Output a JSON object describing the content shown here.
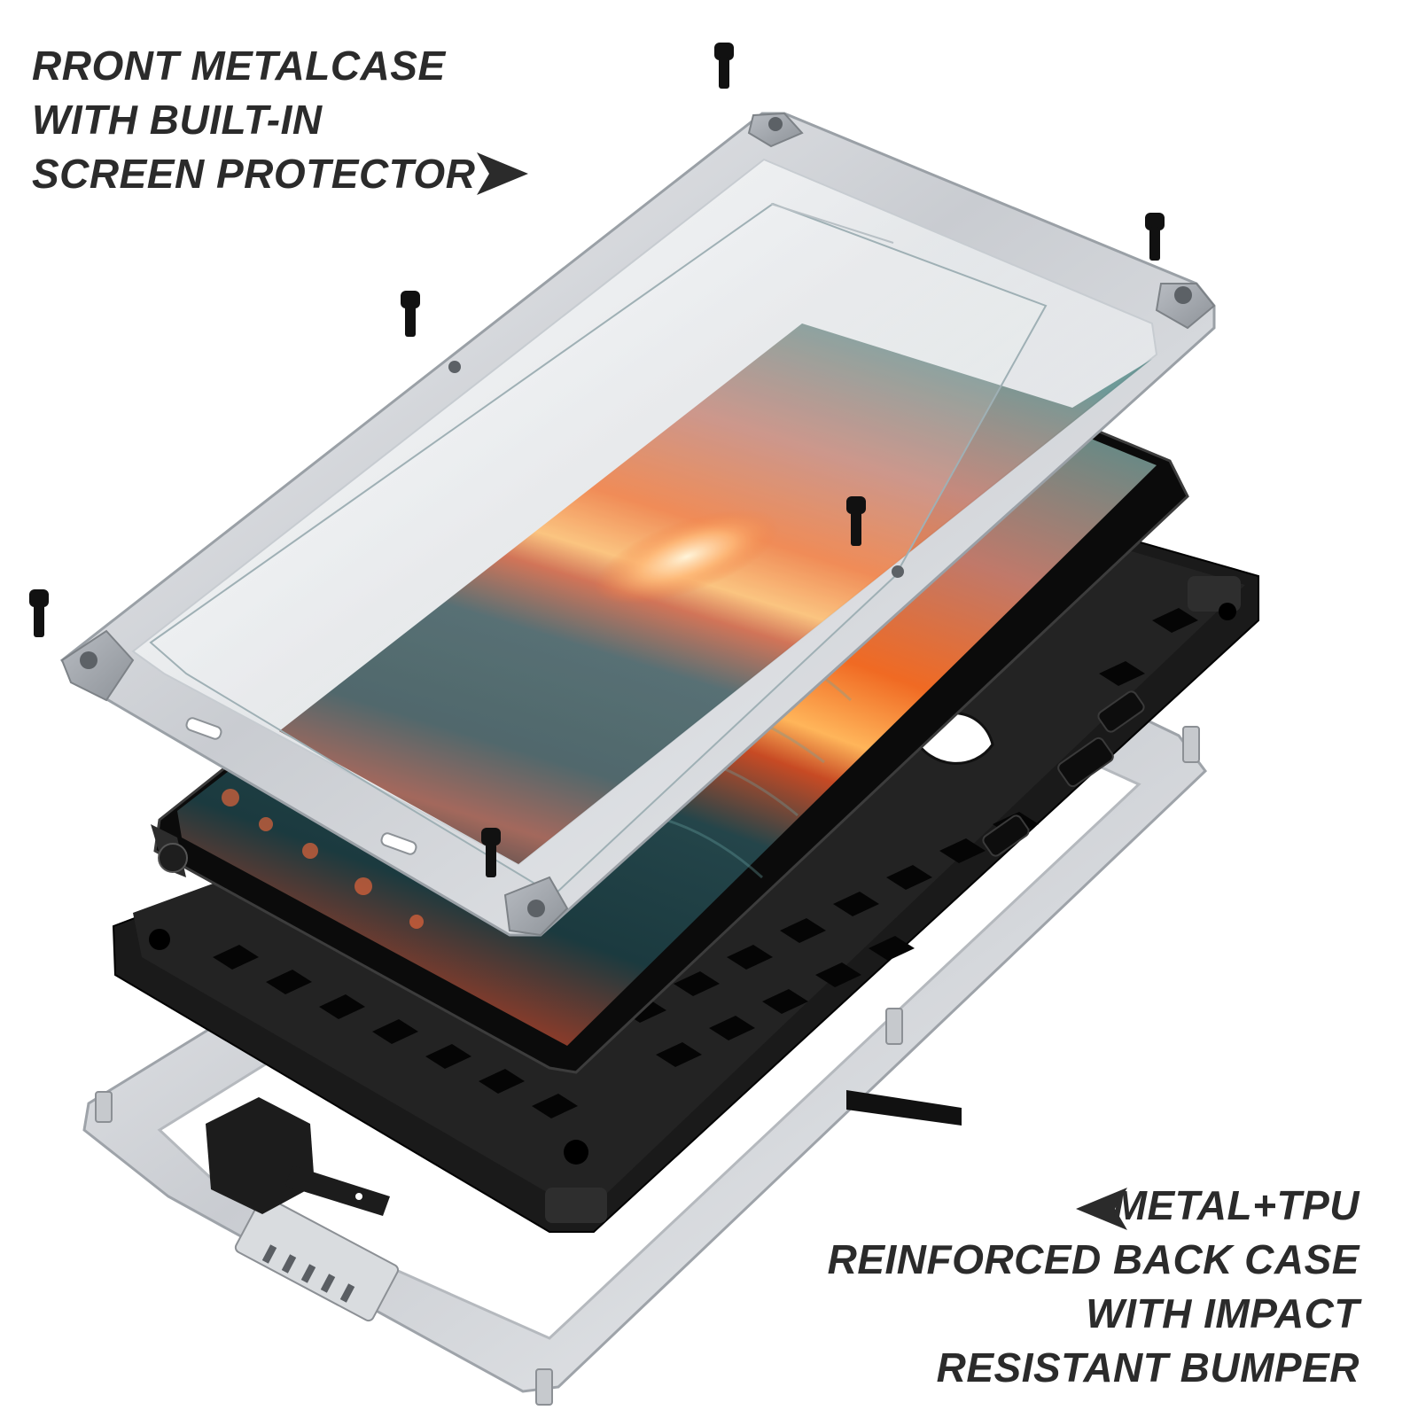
{
  "captions": {
    "front": {
      "lines": [
        "RRONT METALCASE",
        "WITH BUILT-IN",
        "SCREEN PROTECTOR"
      ],
      "arrow_icon": "arrow-right-icon"
    },
    "back": {
      "lines": [
        "METAL+TPU",
        "REINFORCED BACK CASE",
        "WITH IMPACT",
        "RESISTANT BUMPER"
      ],
      "arrow_icon": "arrow-left-icon"
    }
  },
  "colors": {
    "caption_text": "#2b2b2b",
    "metal_frame": "#d4d7db",
    "bumper": "#151515",
    "screen_sky": "#e8672a",
    "screen_sea": "#1f3f44"
  }
}
